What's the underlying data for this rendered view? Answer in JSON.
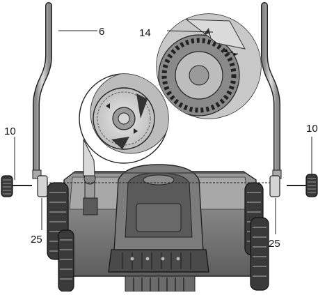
{
  "figure": {
    "callouts": [
      {
        "id": "handle_right_label",
        "text": "6"
      },
      {
        "id": "dial_zoom_label",
        "text": "14"
      },
      {
        "id": "knob_left_label",
        "text": "10"
      },
      {
        "id": "knob_right_label",
        "text": "10"
      },
      {
        "id": "bracket_left_label",
        "text": "25"
      },
      {
        "id": "bracket_right_label",
        "text": "25"
      }
    ],
    "colors": {
      "line": "#222222",
      "body_dark": "#6e6e6e",
      "body_mid": "#9a9a9a",
      "body_light": "#c8c8c8",
      "tire": "#3a3a3a",
      "background": "#ffffff"
    }
  }
}
